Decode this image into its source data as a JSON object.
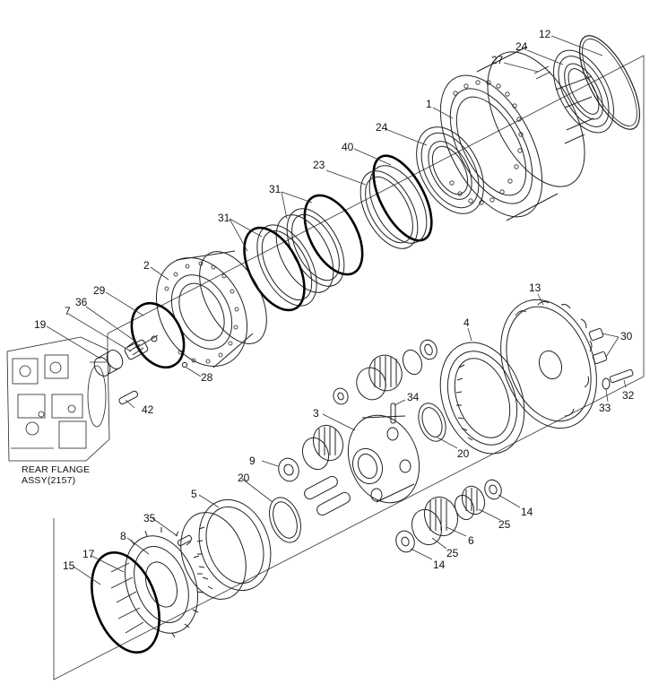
{
  "diagram": {
    "callouts": {
      "c1": "1",
      "c2": "2",
      "c3": "3",
      "c4": "4",
      "c5": "5",
      "c6": "6",
      "c7": "7",
      "c8": "8",
      "c9": "9",
      "c12": "12",
      "c13": "13",
      "c14a": "14",
      "c14b": "14",
      "c15": "15",
      "c17": "17",
      "c19": "19",
      "c20a": "20",
      "c20b": "20",
      "c23": "23",
      "c24a": "24",
      "c24b": "24",
      "c25a": "25",
      "c25b": "25",
      "c27": "27",
      "c28": "28",
      "c29": "29",
      "c30": "30",
      "c31a": "31",
      "c31b": "31",
      "c32": "32",
      "c33": "33",
      "c34": "34",
      "c35": "35",
      "c36": "36",
      "c40": "40",
      "c42": "42"
    },
    "rear_flange_caption_line1": "REAR FLANGE",
    "rear_flange_caption_line2": "ASSY(2157)"
  }
}
